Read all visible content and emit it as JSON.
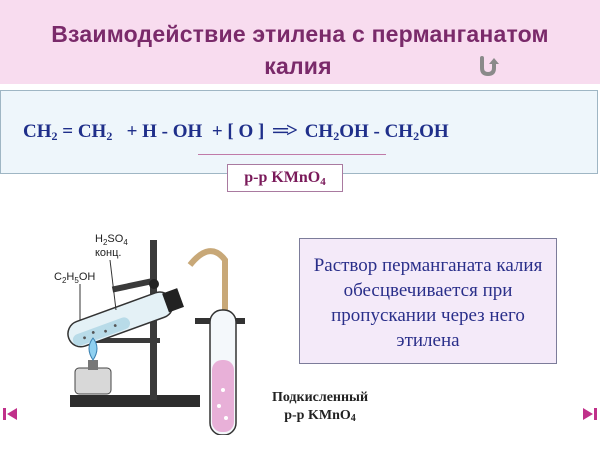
{
  "title": {
    "line1": "Взаимодействие этилена с  перманганатом",
    "line2": "калия"
  },
  "equation": {
    "left_1": "CH",
    "left_1_sub": "2",
    "left_eq": " = CH",
    "left_2_sub": "2",
    "plus_water": "   + H - OH  + [ O ] ",
    "arrow": "═>",
    "right_1": " CH",
    "right_1_sub": "2",
    "right_oh": "OH - CH",
    "right_2_sub": "2",
    "right_end": "OH"
  },
  "reagent": {
    "prefix": "р-р KMnO",
    "sub": "4"
  },
  "description": "Раствор перманганата калия обесцвечивается при пропускании через него этилена",
  "caption": {
    "line1": "Подкисленный",
    "line2_prefix": "р-р KMnO",
    "line2_sub": "4"
  },
  "apparatus_labels": {
    "h2so4": "H",
    "h2so4_sub1": "2",
    "h2so4_mid": "SO",
    "h2so4_sub2": "4",
    "konc": "конц.",
    "ethanol_c": "C",
    "ethanol_sub1": "2",
    "ethanol_h": "H",
    "ethanol_sub2": "5",
    "ethanol_oh": "OH"
  },
  "colors": {
    "title_band": "#f8dcef",
    "title_text": "#7a2a6a",
    "equation_text": "#1f2f8a",
    "description_bg": "#f4eaf9",
    "nav_arrow": "#c0308a"
  },
  "icons": {
    "return": "return-arrow-icon",
    "nav_first": "first-slide-icon",
    "nav_last": "last-slide-icon"
  }
}
